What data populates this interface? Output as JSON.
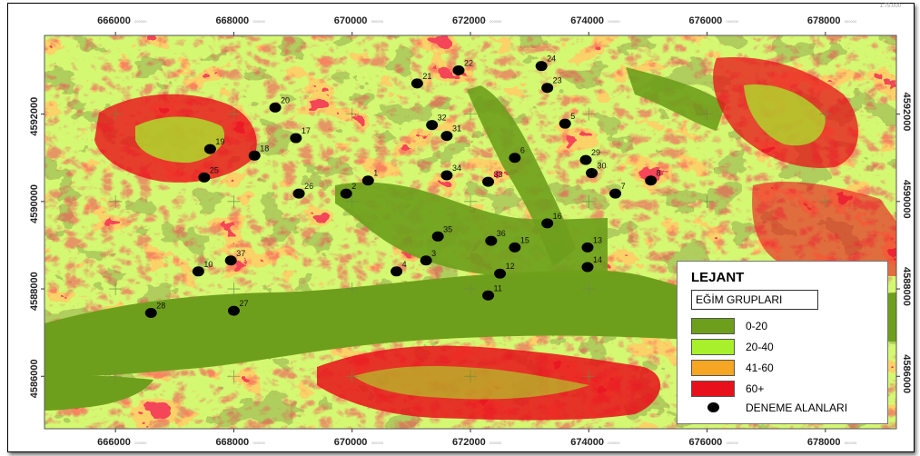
{
  "map": {
    "scale_text": "1:75.000",
    "x_ticks": [
      {
        "label": "666000",
        "sub": "000000",
        "value": 666000
      },
      {
        "label": "668000",
        "sub": "000000",
        "value": 668000
      },
      {
        "label": "670000",
        "sub": "000000",
        "value": 670000
      },
      {
        "label": "672000",
        "sub": "000000",
        "value": 672000
      },
      {
        "label": "674000",
        "sub": "000000",
        "value": 674000
      },
      {
        "label": "676000",
        "sub": "000000",
        "value": 676000
      },
      {
        "label": "678000",
        "sub": "000000",
        "value": 678000
      }
    ],
    "y_ticks": [
      {
        "label": "4592000",
        "sub": "000000",
        "value": 4592000
      },
      {
        "label": "4590000",
        "sub": "000000",
        "value": 4590000
      },
      {
        "label": "4588000",
        "sub": "000000",
        "value": 4588000
      },
      {
        "label": "4586000",
        "sub": "000000",
        "value": 4586000
      }
    ],
    "colors": {
      "c0": "#6e9f1c",
      "c1": "#a8ef2c",
      "c2": "#f5a623",
      "c3": "#e8101a"
    },
    "trial_areas": [
      {
        "id": "1",
        "x": 670270,
        "y": 4590480
      },
      {
        "id": "2",
        "x": 669900,
        "y": 4590180
      },
      {
        "id": "3",
        "x": 671250,
        "y": 4588650
      },
      {
        "id": "4",
        "x": 670750,
        "y": 4588400
      },
      {
        "id": "5",
        "x": 673600,
        "y": 4591780
      },
      {
        "id": "6",
        "x": 672750,
        "y": 4591000
      },
      {
        "id": "7",
        "x": 674450,
        "y": 4590180
      },
      {
        "id": "8",
        "x": 675050,
        "y": 4590480
      },
      {
        "id": "10",
        "x": 667400,
        "y": 4588400
      },
      {
        "id": "11",
        "x": 672300,
        "y": 4587850
      },
      {
        "id": "12",
        "x": 672500,
        "y": 4588350
      },
      {
        "id": "13",
        "x": 673980,
        "y": 4588950
      },
      {
        "id": "14",
        "x": 673980,
        "y": 4588500
      },
      {
        "id": "15",
        "x": 672750,
        "y": 4588950
      },
      {
        "id": "16",
        "x": 673300,
        "y": 4589500
      },
      {
        "id": "17",
        "x": 669050,
        "y": 4591450
      },
      {
        "id": "18",
        "x": 668350,
        "y": 4591050
      },
      {
        "id": "19",
        "x": 667600,
        "y": 4591200
      },
      {
        "id": "20",
        "x": 668700,
        "y": 4592150
      },
      {
        "id": "21",
        "x": 671100,
        "y": 4592700
      },
      {
        "id": "22",
        "x": 671800,
        "y": 4593000
      },
      {
        "id": "23",
        "x": 673300,
        "y": 4592600
      },
      {
        "id": "24",
        "x": 673200,
        "y": 4593100
      },
      {
        "id": "25",
        "x": 667500,
        "y": 4590550
      },
      {
        "id": "26",
        "x": 669100,
        "y": 4590180
      },
      {
        "id": "27",
        "x": 668000,
        "y": 4587500
      },
      {
        "id": "28",
        "x": 666600,
        "y": 4587450
      },
      {
        "id": "29",
        "x": 673950,
        "y": 4590950
      },
      {
        "id": "30",
        "x": 674050,
        "y": 4590650
      },
      {
        "id": "31",
        "x": 671600,
        "y": 4591500
      },
      {
        "id": "32",
        "x": 671350,
        "y": 4591750
      },
      {
        "id": "33",
        "x": 672300,
        "y": 4590450
      },
      {
        "id": "34",
        "x": 671600,
        "y": 4590600
      },
      {
        "id": "35",
        "x": 671450,
        "y": 4589200
      },
      {
        "id": "36",
        "x": 672350,
        "y": 4589100
      },
      {
        "id": "37",
        "x": 667950,
        "y": 4588650
      }
    ]
  },
  "legend": {
    "title": "LEJANT",
    "subtitle": "EĞİM GRUPLARI",
    "items": [
      {
        "label": "0-20",
        "color": "#6e9f1c"
      },
      {
        "label": "20-40",
        "color": "#a8ef2c"
      },
      {
        "label": "41-60",
        "color": "#f5a623"
      },
      {
        "label": "60+",
        "color": "#e8101a"
      }
    ],
    "points_label": "DENEME ALANLARI"
  }
}
